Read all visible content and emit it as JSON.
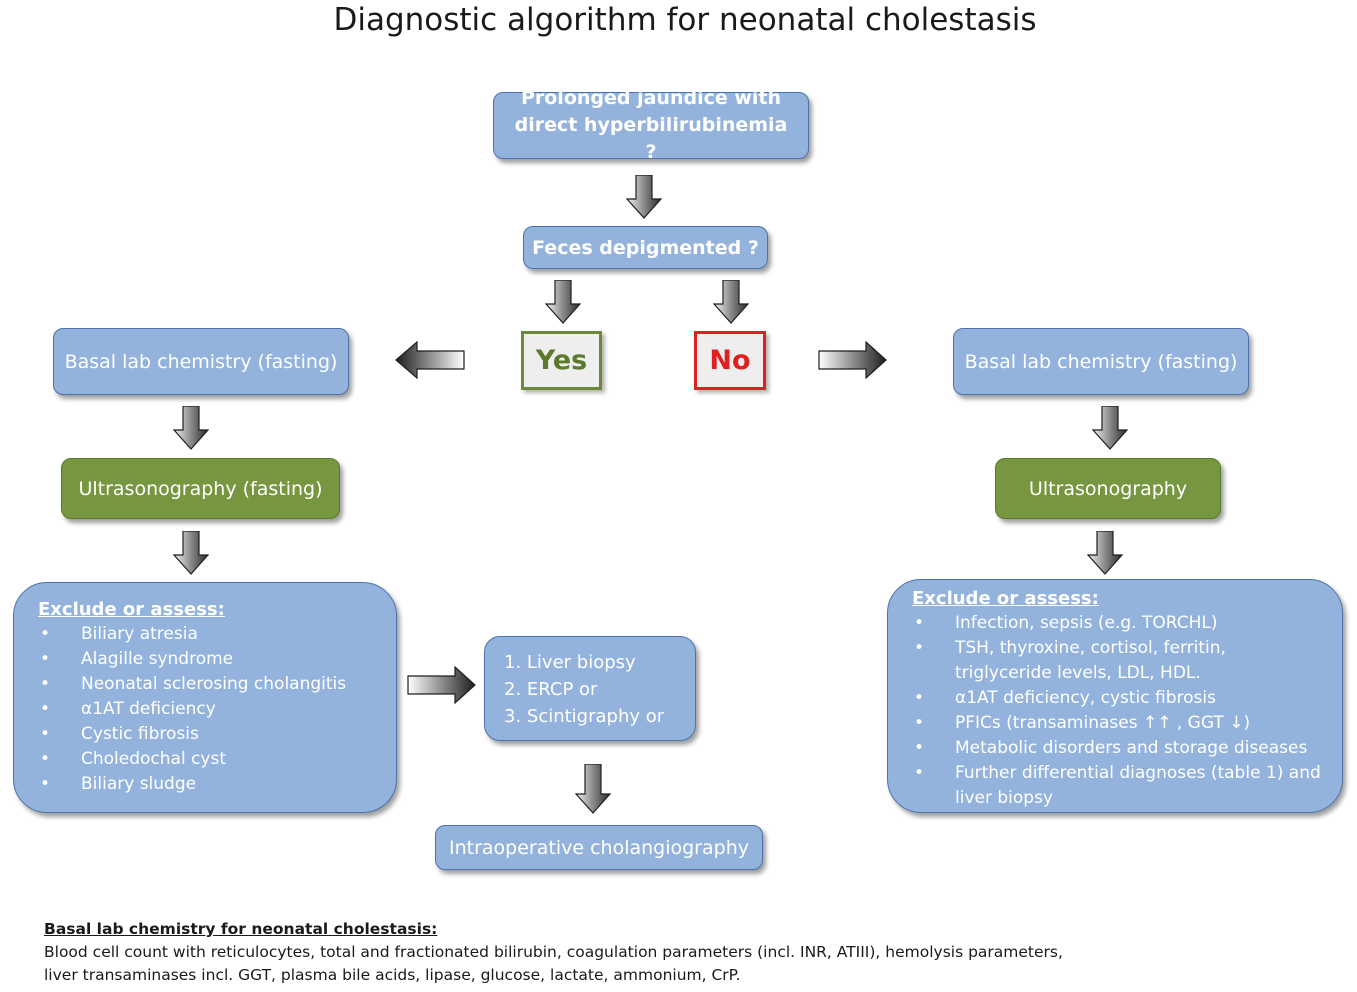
{
  "title": "Diagnostic algorithm for neonatal cholestasis",
  "nodes": {
    "jaundice": "Prolonged jaundice with direct hyperbilirubinemia ?",
    "feces": "Feces depigmented ?",
    "yes": "Yes",
    "no": "No",
    "left_basal": "Basal lab chemistry (fasting)",
    "right_basal": "Basal lab chemistry (fasting)",
    "left_us": "Ultrasonography (fasting)",
    "right_us": "Ultrasonography",
    "intraop": "Intraoperative cholangiography"
  },
  "left_assess": {
    "heading": "Exclude or assess:",
    "items": [
      "Biliary atresia",
      "Alagille syndrome",
      "Neonatal sclerosing cholangitis",
      "α1AT deficiency",
      "Cystic fibrosis",
      "Choledochal cyst",
      "Biliary sludge"
    ]
  },
  "procedures": [
    "1. Liver biopsy",
    "2. ERCP or",
    "3. Scintigraphy  or"
  ],
  "right_assess": {
    "heading": "Exclude or assess:",
    "items": [
      "Infection, sepsis (e.g. TORCHL)",
      "TSH, thyroxine, cortisol, ferritin, triglyceride levels, LDL, HDL.",
      "α1AT deficiency, cystic fibrosis",
      "PFICs (transaminases ↑↑ , GGT ↓)",
      "Metabolic disorders and storage diseases",
      "Further differential diagnoses (table 1) and liver biopsy"
    ]
  },
  "footer": {
    "heading": "Basal lab chemistry for neonatal cholestasis:",
    "line1": "Blood cell count with reticulocytes, total and fractionated bilirubin, coagulation parameters (incl. INR, ATIII), hemolysis parameters,",
    "line2": "liver transaminases incl. GGT, plasma bile acids, lipase, glucose, lactate, ammonium, CrP."
  },
  "colors": {
    "box_fill": "#93b3dc",
    "box_border": "#4d73aa",
    "green_fill": "#76963f",
    "yes_border": "#6a8a3a",
    "no_border": "#e02020"
  }
}
